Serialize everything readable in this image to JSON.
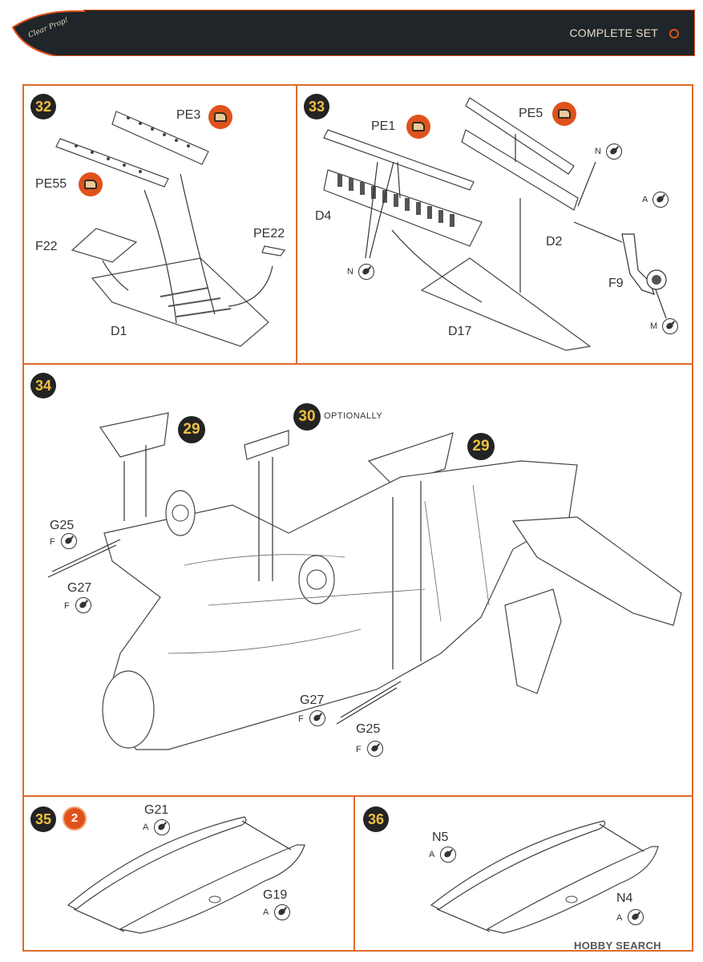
{
  "header": {
    "title": "COMPLETE SET",
    "brand": "Clear Prop!"
  },
  "steps": {
    "s32": {
      "number": "32",
      "labels": {
        "pe3": "PE3",
        "pe55": "PE55",
        "f22": "F22",
        "pe22": "PE22",
        "d1": "D1"
      }
    },
    "s33": {
      "number": "33",
      "labels": {
        "pe1": "PE1",
        "pe5": "PE5",
        "n_top": "N",
        "d4": "D4",
        "d2": "D2",
        "a": "A",
        "n_bottom": "N",
        "f9": "F9",
        "m": "M",
        "d17": "D17"
      }
    },
    "s34": {
      "number": "34",
      "ref_left": "29",
      "ref_center": "30",
      "optional_text": "OPTIONALLY",
      "ref_right": "29",
      "labels": {
        "g25_left": "G25",
        "f_left1": "F",
        "g27_left": "G27",
        "f_left2": "F",
        "g27_right": "G27",
        "f_right1": "F",
        "g25_right": "G25",
        "f_right2": "F"
      }
    },
    "s35": {
      "number": "35",
      "quantity": "2",
      "labels": {
        "g21": "G21",
        "a1": "A",
        "g19": "G19",
        "a2": "A"
      }
    },
    "s36": {
      "number": "36",
      "labels": {
        "n5": "N5",
        "a1": "A",
        "n4": "N4",
        "a2": "A"
      }
    }
  },
  "watermark": "HOBBY SEARCH",
  "colors": {
    "header_bg": "#1f2528",
    "accent": "#e0521b",
    "frame": "#e06a2a",
    "step_circle": "#232323",
    "step_text": "#f0c040"
  }
}
